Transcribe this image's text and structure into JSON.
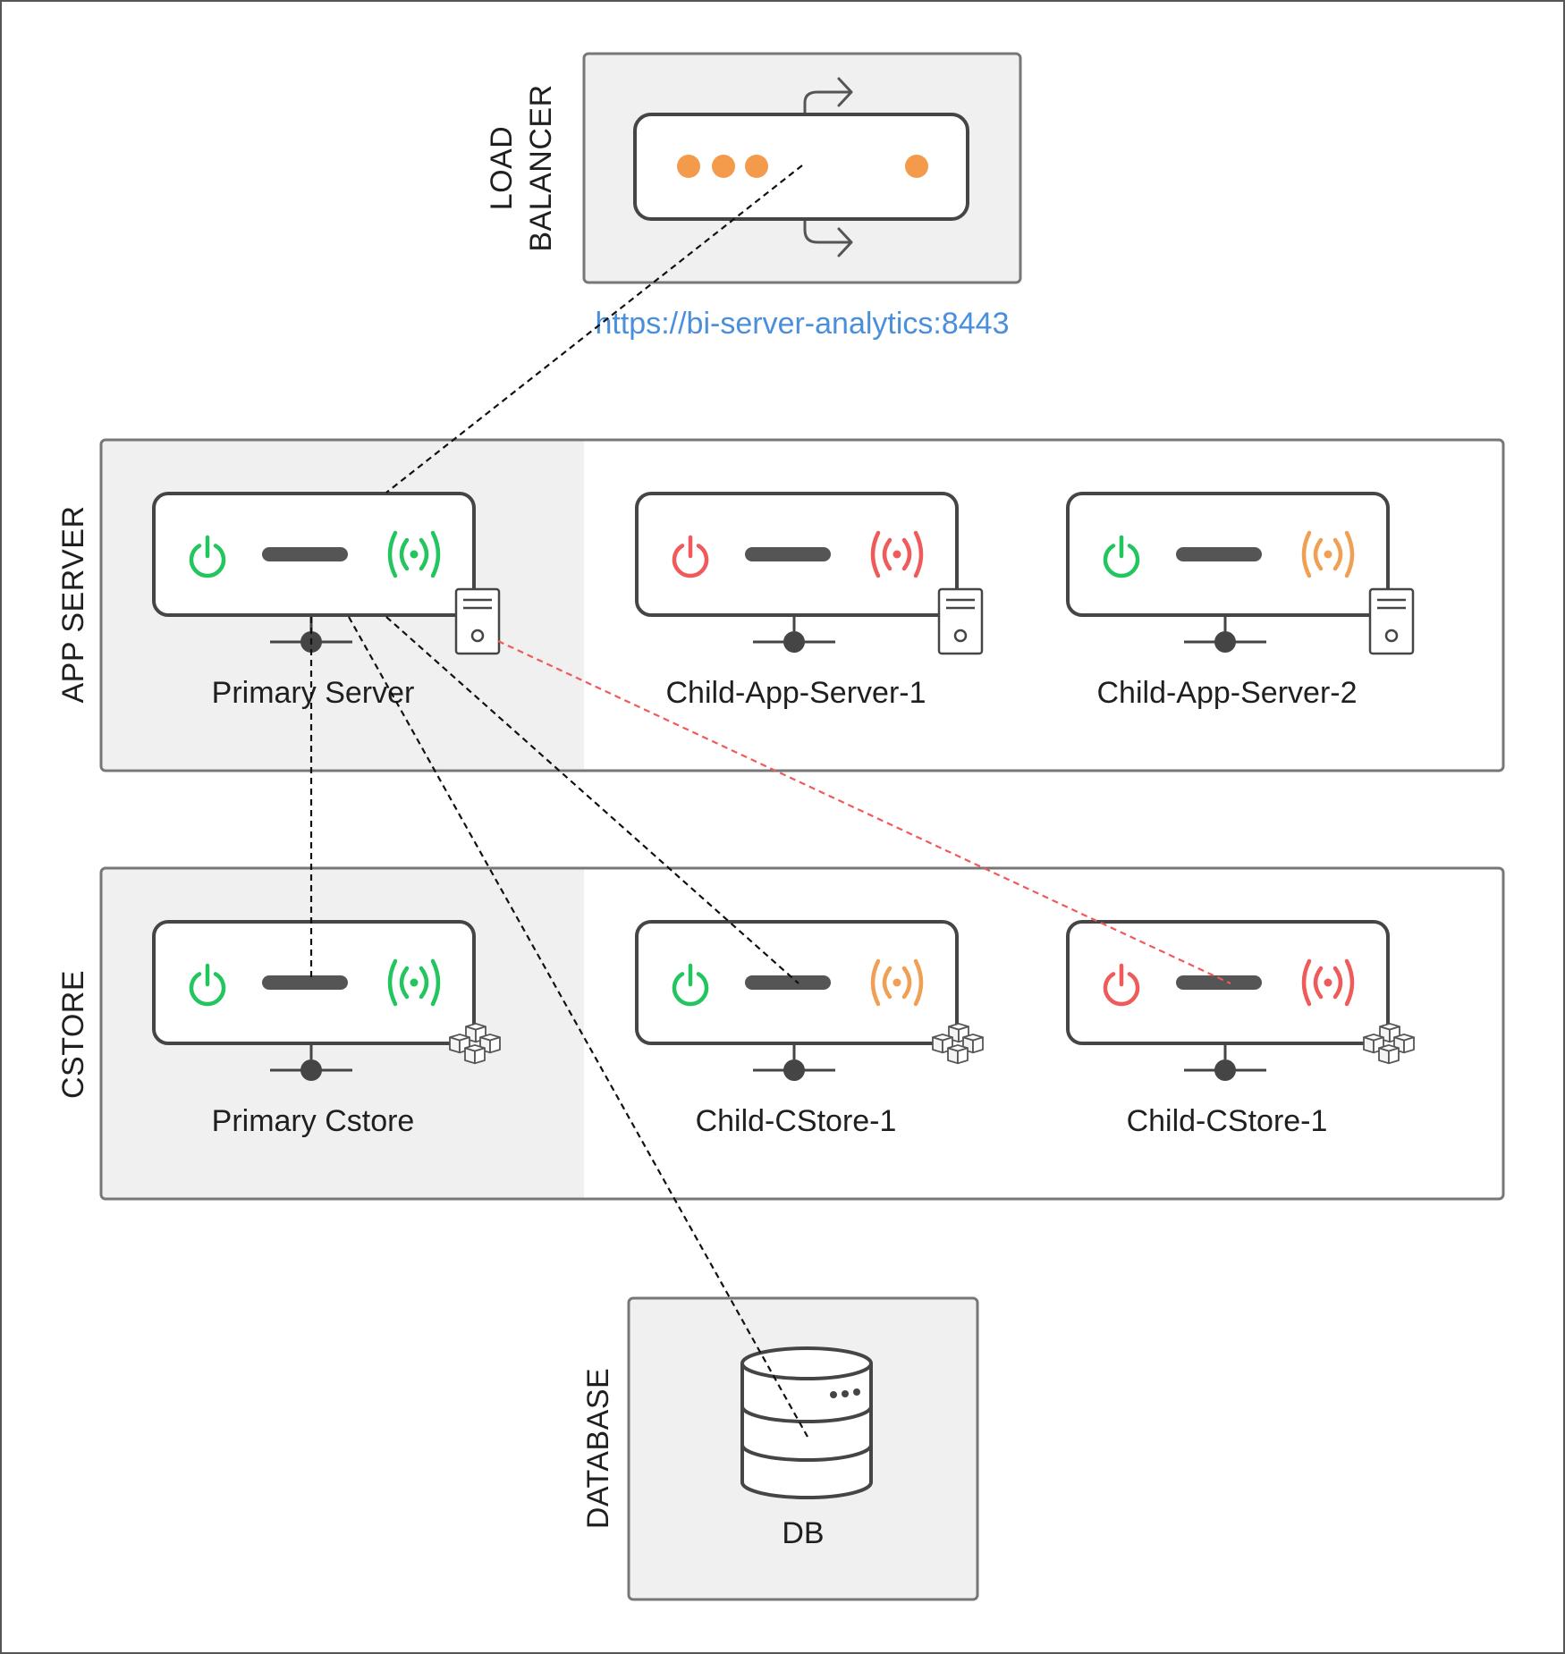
{
  "colors": {
    "green": "#22c55e",
    "red": "#ef5a5a",
    "orange": "#f0a055",
    "lb_dot": "#f39a4b",
    "panel_bg": "#f0f0f0",
    "border": "#555555",
    "link_black": "#111111",
    "link_red": "#ef5a5a",
    "url": "#4a8fdc"
  },
  "load_balancer": {
    "title_line1": "LOAD",
    "title_line2": "BALANCER",
    "url": "https://bi-server-analytics:8443"
  },
  "app_server": {
    "title": "APP SERVER",
    "nodes": [
      {
        "name": "Primary Server",
        "power": "green",
        "signal": "green",
        "badge": "server-tower-icon"
      },
      {
        "name": "Child-App-Server-1",
        "power": "red",
        "signal": "red",
        "badge": "server-tower-icon"
      },
      {
        "name": "Child-App-Server-2",
        "power": "green",
        "signal": "orange",
        "badge": "server-tower-icon"
      }
    ]
  },
  "cstore": {
    "title": "CSTORE",
    "nodes": [
      {
        "name": "Primary Cstore",
        "power": "green",
        "signal": "green",
        "badge": "cubes-icon"
      },
      {
        "name": "Child-CStore-1",
        "power": "green",
        "signal": "orange",
        "badge": "cubes-icon"
      },
      {
        "name": "Child-CStore-1",
        "power": "red",
        "signal": "red",
        "badge": "cubes-icon"
      }
    ]
  },
  "database": {
    "title": "DATABASE",
    "name": "DB"
  },
  "links": [
    {
      "from": "load_balancer",
      "to": "app_server.0",
      "style": "black"
    },
    {
      "from": "app_server.0",
      "to": "cstore.0",
      "style": "black"
    },
    {
      "from": "app_server.0",
      "to": "cstore.1",
      "style": "black"
    },
    {
      "from": "app_server.0",
      "to": "database",
      "style": "black"
    },
    {
      "from": "app_server.0",
      "to": "cstore.2",
      "style": "red"
    }
  ]
}
